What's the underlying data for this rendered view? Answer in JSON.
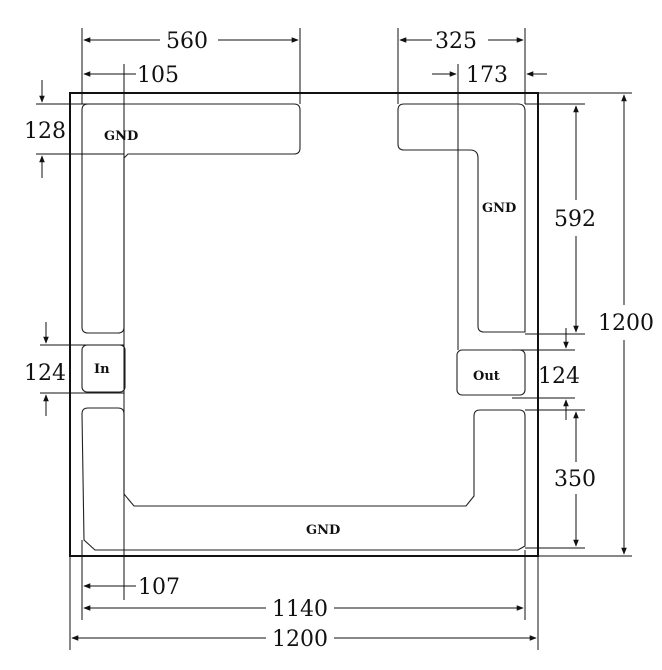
{
  "labels": {
    "gnd_top_left": "GND",
    "gnd_right": "GND",
    "gnd_bottom": "GND",
    "in": "In",
    "out": "Out"
  },
  "dimensions": {
    "top_560": "560",
    "top_325": "325",
    "top_105": "105",
    "top_173": "173",
    "left_128": "128",
    "left_124": "124",
    "right_592": "592",
    "right_124": "124",
    "right_350": "350",
    "right_1200": "1200",
    "bottom_107": "107",
    "bottom_1140": "1140",
    "bottom_1200": "1200"
  }
}
